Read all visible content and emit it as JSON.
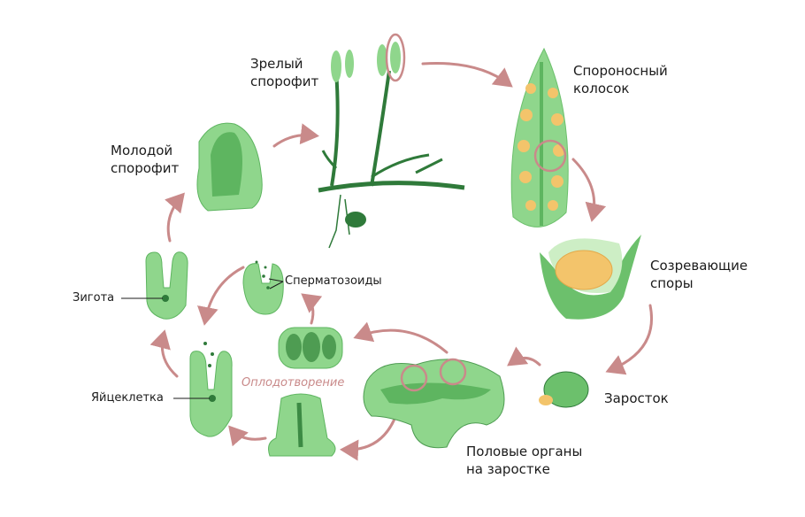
{
  "labels": {
    "mature_sporophyte": [
      "Зрелый",
      "спорофит"
    ],
    "strobilus": [
      "Спороносный",
      "колосок"
    ],
    "maturing_spores": [
      "Созревающие",
      "споры"
    ],
    "gametophyte": "Заросток",
    "sex_organs": [
      "Половые органы",
      "на заростке"
    ],
    "fertilization": "Оплодотворение",
    "spermatozoids": "Сперматозоиды",
    "zygote": "Зигота",
    "egg_cell": "Яйцеклетка",
    "young_sporophyte": [
      "Молодой",
      "спорофит"
    ]
  },
  "colors": {
    "light_green": "#8fd68c",
    "mid_green": "#6cc06c",
    "dark_green": "#2f7a3a",
    "spore_yellow": "#f3c46b",
    "arrow": "#c98a8a"
  }
}
